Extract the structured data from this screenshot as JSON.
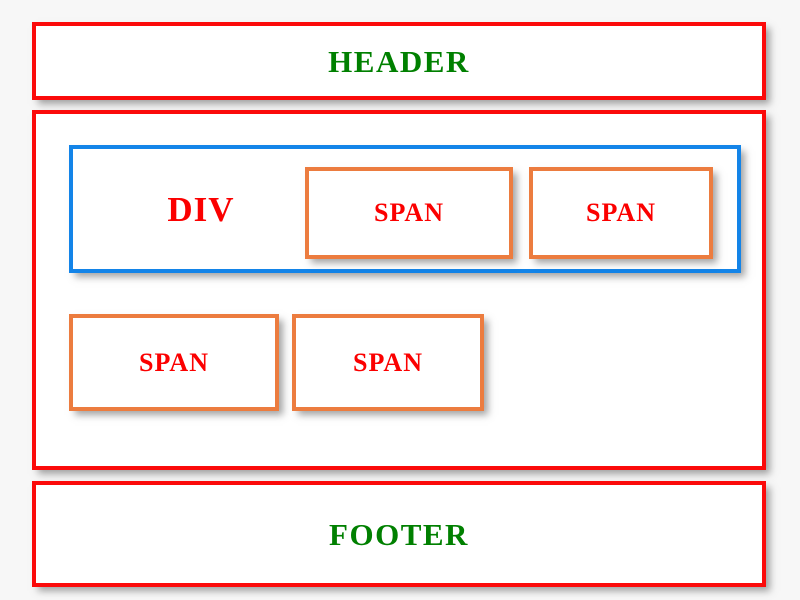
{
  "diagram": {
    "title": "HTML box model layout diagram",
    "background_color": "#f7f7f7",
    "colors": {
      "section_border": "#fb0a0a",
      "div_border": "#1384e8",
      "span_border": "#ec7c3f",
      "section_label": "#008000",
      "element_label": "#fb0000",
      "box_fill": "#ffffff",
      "shadow": "rgba(90,90,90,0.55)"
    },
    "header": {
      "label": "HEADER"
    },
    "main": {
      "div_block": {
        "label": "DIV",
        "spans": [
          {
            "label": "SPAN"
          },
          {
            "label": "SPAN"
          }
        ]
      },
      "loose_spans": [
        {
          "label": "SPAN"
        },
        {
          "label": "SPAN"
        }
      ]
    },
    "footer": {
      "label": "FOOTER"
    }
  }
}
